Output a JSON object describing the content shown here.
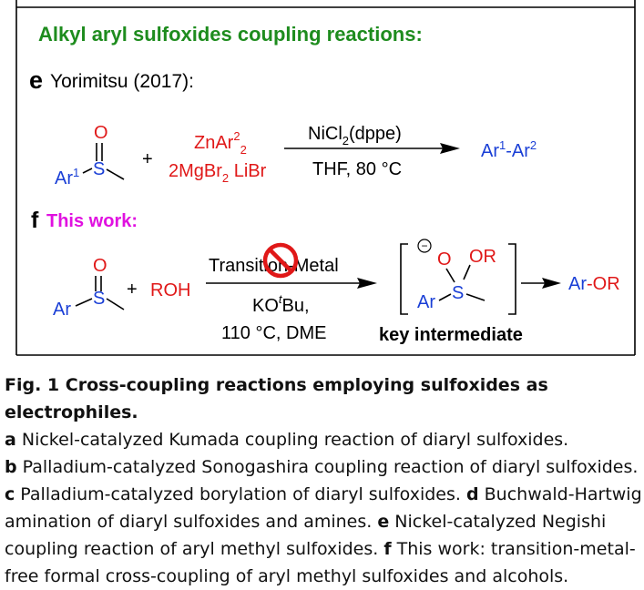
{
  "scheme": {
    "heading": "Alkyl aryl sulfoxides coupling reactions:",
    "colors": {
      "heading": "#1e8c1e",
      "red": "#e01818",
      "blue": "#1a3fd6",
      "magenta": "#e010e0",
      "forbid": "#e01818"
    },
    "e": {
      "letter": "e",
      "citation": "Yorimitsu (2017):",
      "atom_O": "O",
      "atom_S": "S",
      "Ar": "Ar",
      "Ar_sup": "1",
      "plus": "+",
      "reagent1_main": "ZnAr",
      "reagent1_sup": "2",
      "reagent1_sub": "2",
      "reagent2_a": "2MgBr",
      "reagent2_sub": "2",
      "reagent2_b": " LiBr",
      "cat_a": "NiCl",
      "cat_sub": "2",
      "cat_b": "(dppe)",
      "conditions": "THF, 80 °C",
      "product_a": "Ar",
      "product_sup1": "1",
      "product_dash": "-Ar",
      "product_sup2": "2"
    },
    "f": {
      "letter": "f",
      "label": "This work:",
      "atom_O": "O",
      "atom_S": "S",
      "Ar": "Ar",
      "plus": "+",
      "ROH": "ROH",
      "above_a": "Transition",
      "above_b": "-Metal",
      "base_a": "KO",
      "base_sup": "t",
      "base_b": "Bu,",
      "conditions": "110 °C, DME",
      "int_charge": "−",
      "int_O": "O",
      "int_OR": "OR",
      "int_S": "S",
      "int_Ar": "Ar",
      "int_label": "key intermediate",
      "product_a": "Ar",
      "product_b": "-OR"
    }
  },
  "caption": {
    "fig_label": "Fig. 1 Cross-coupling reactions employing sulfoxides as electrophiles.",
    "lines": [
      {
        "letter": "a",
        "text": " Nickel-catalyzed Kumada coupling reaction of diaryl sulfoxides."
      },
      {
        "letter": "b",
        "text": " Palladium-catalyzed Sonogashira coupling reaction of diaryl sulfoxides."
      },
      {
        "letter": "c",
        "text": " Palladium-catalyzed borylation of diaryl sulfoxides. ",
        "letter2": "d",
        "text2": " Buchwald-Hartwig"
      },
      {
        "text": "amination of diaryl sulfoxides and amines. ",
        "letter2": "e",
        "text2": " Nickel-catalyzed Negishi"
      },
      {
        "text": "coupling reaction of aryl methyl sulfoxides. ",
        "letter2": "f",
        "text2": " This work: transition-metal-"
      },
      {
        "text": "free formal cross-coupling of aryl methyl sulfoxides and alcohols."
      }
    ]
  }
}
